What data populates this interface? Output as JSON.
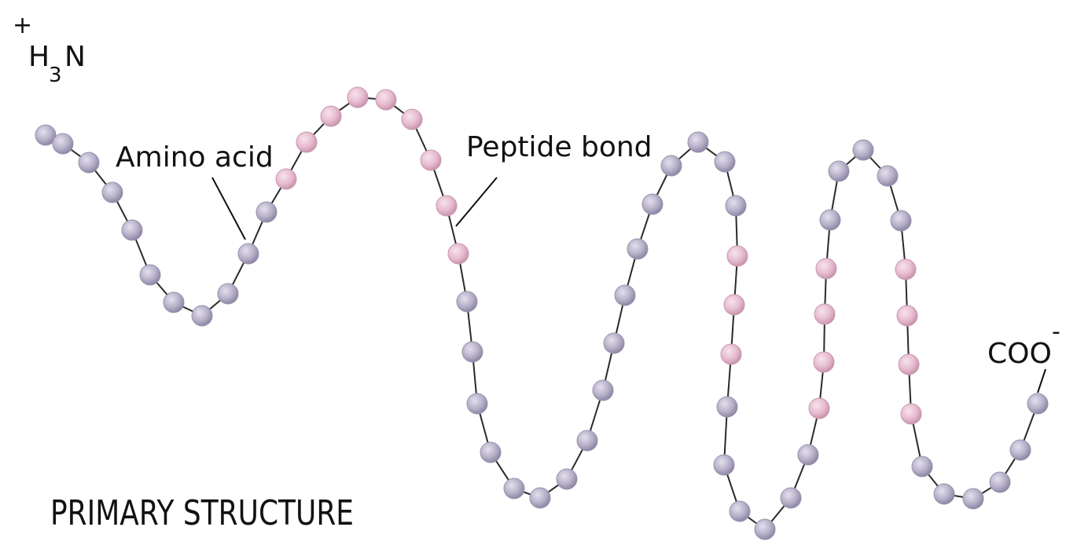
{
  "labels": {
    "n_terminus_charge": "+",
    "n_terminus_h": "H",
    "n_terminus_sub": "3",
    "n_terminus_n": "N",
    "amino_acid": "Amino acid",
    "peptide_bond": "Peptide bond",
    "c_terminus": "COO",
    "c_terminus_charge": "-",
    "title": "PRIMARY STRUCTURE"
  },
  "colors": {
    "bead_purple": "#b7b1c9",
    "bead_pink": "#e7bcd0",
    "backbone": "#2a2a2a",
    "text": "#111111"
  }
}
